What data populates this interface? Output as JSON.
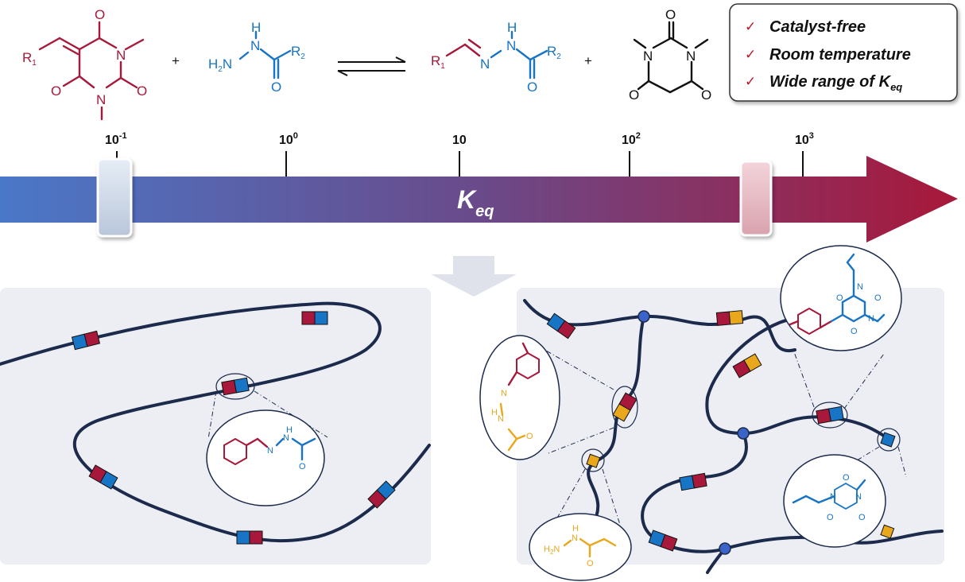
{
  "reaction": {
    "reactant1": {
      "r": "R",
      "r_sub": "1",
      "atoms": [
        "O",
        "N",
        "N",
        "O",
        "O"
      ]
    },
    "plus": "+",
    "hydrazide": {
      "h2n": "H",
      "h2n_sub": "2",
      "h2n_n": "N",
      "nh_h": "H",
      "nh_n": "N",
      "r": "R",
      "r_sub": "2",
      "o": "O"
    },
    "product": {
      "r1": "R",
      "r1_sub": "1",
      "n1": "N",
      "nh_h": "H",
      "nh_n": "N",
      "r2": "R",
      "r2_sub": "2",
      "o": "O"
    },
    "barbiturate": {
      "atoms": [
        "O",
        "N",
        "N",
        "O",
        "O"
      ]
    }
  },
  "features": [
    {
      "icon": "checkmark-icon",
      "label": "Catalyst-free"
    },
    {
      "icon": "checkmark-icon",
      "label": "Room temperature"
    },
    {
      "icon": "checkmark-icon",
      "label": "Wide range of ",
      "k": "K",
      "k_sub": "eq"
    }
  ],
  "scale": {
    "label": "K",
    "label_sub": "eq",
    "ticks": [
      {
        "base": "10",
        "exp": "-1"
      },
      {
        "base": "10",
        "exp": "0"
      },
      {
        "base": "10",
        "exp": ""
      },
      {
        "base": "10",
        "exp": "2"
      },
      {
        "base": "10",
        "exp": "3"
      }
    ],
    "colors": {
      "low": "#4a78c8",
      "mid": "#6a4a8a",
      "high": "#a8183a"
    }
  },
  "insets": {
    "acylhydrazone": {
      "n1": "N",
      "n2": "N",
      "h": "H",
      "o": "O"
    },
    "hydrazide": {
      "h2n": "H",
      "h2n_sub": "2",
      "n": "N",
      "h": "H",
      "nh": "N",
      "o": "O"
    },
    "acylhydrazone_yellow": {
      "n1": "N",
      "n2": "N",
      "h": "H",
      "o": "O"
    },
    "alkylidene": {
      "o": [
        "O",
        "O",
        "O"
      ],
      "n": [
        "N",
        "N"
      ]
    },
    "barbiturate": {
      "o": [
        "O",
        "O",
        "O"
      ],
      "n": [
        "N",
        "N"
      ]
    }
  }
}
